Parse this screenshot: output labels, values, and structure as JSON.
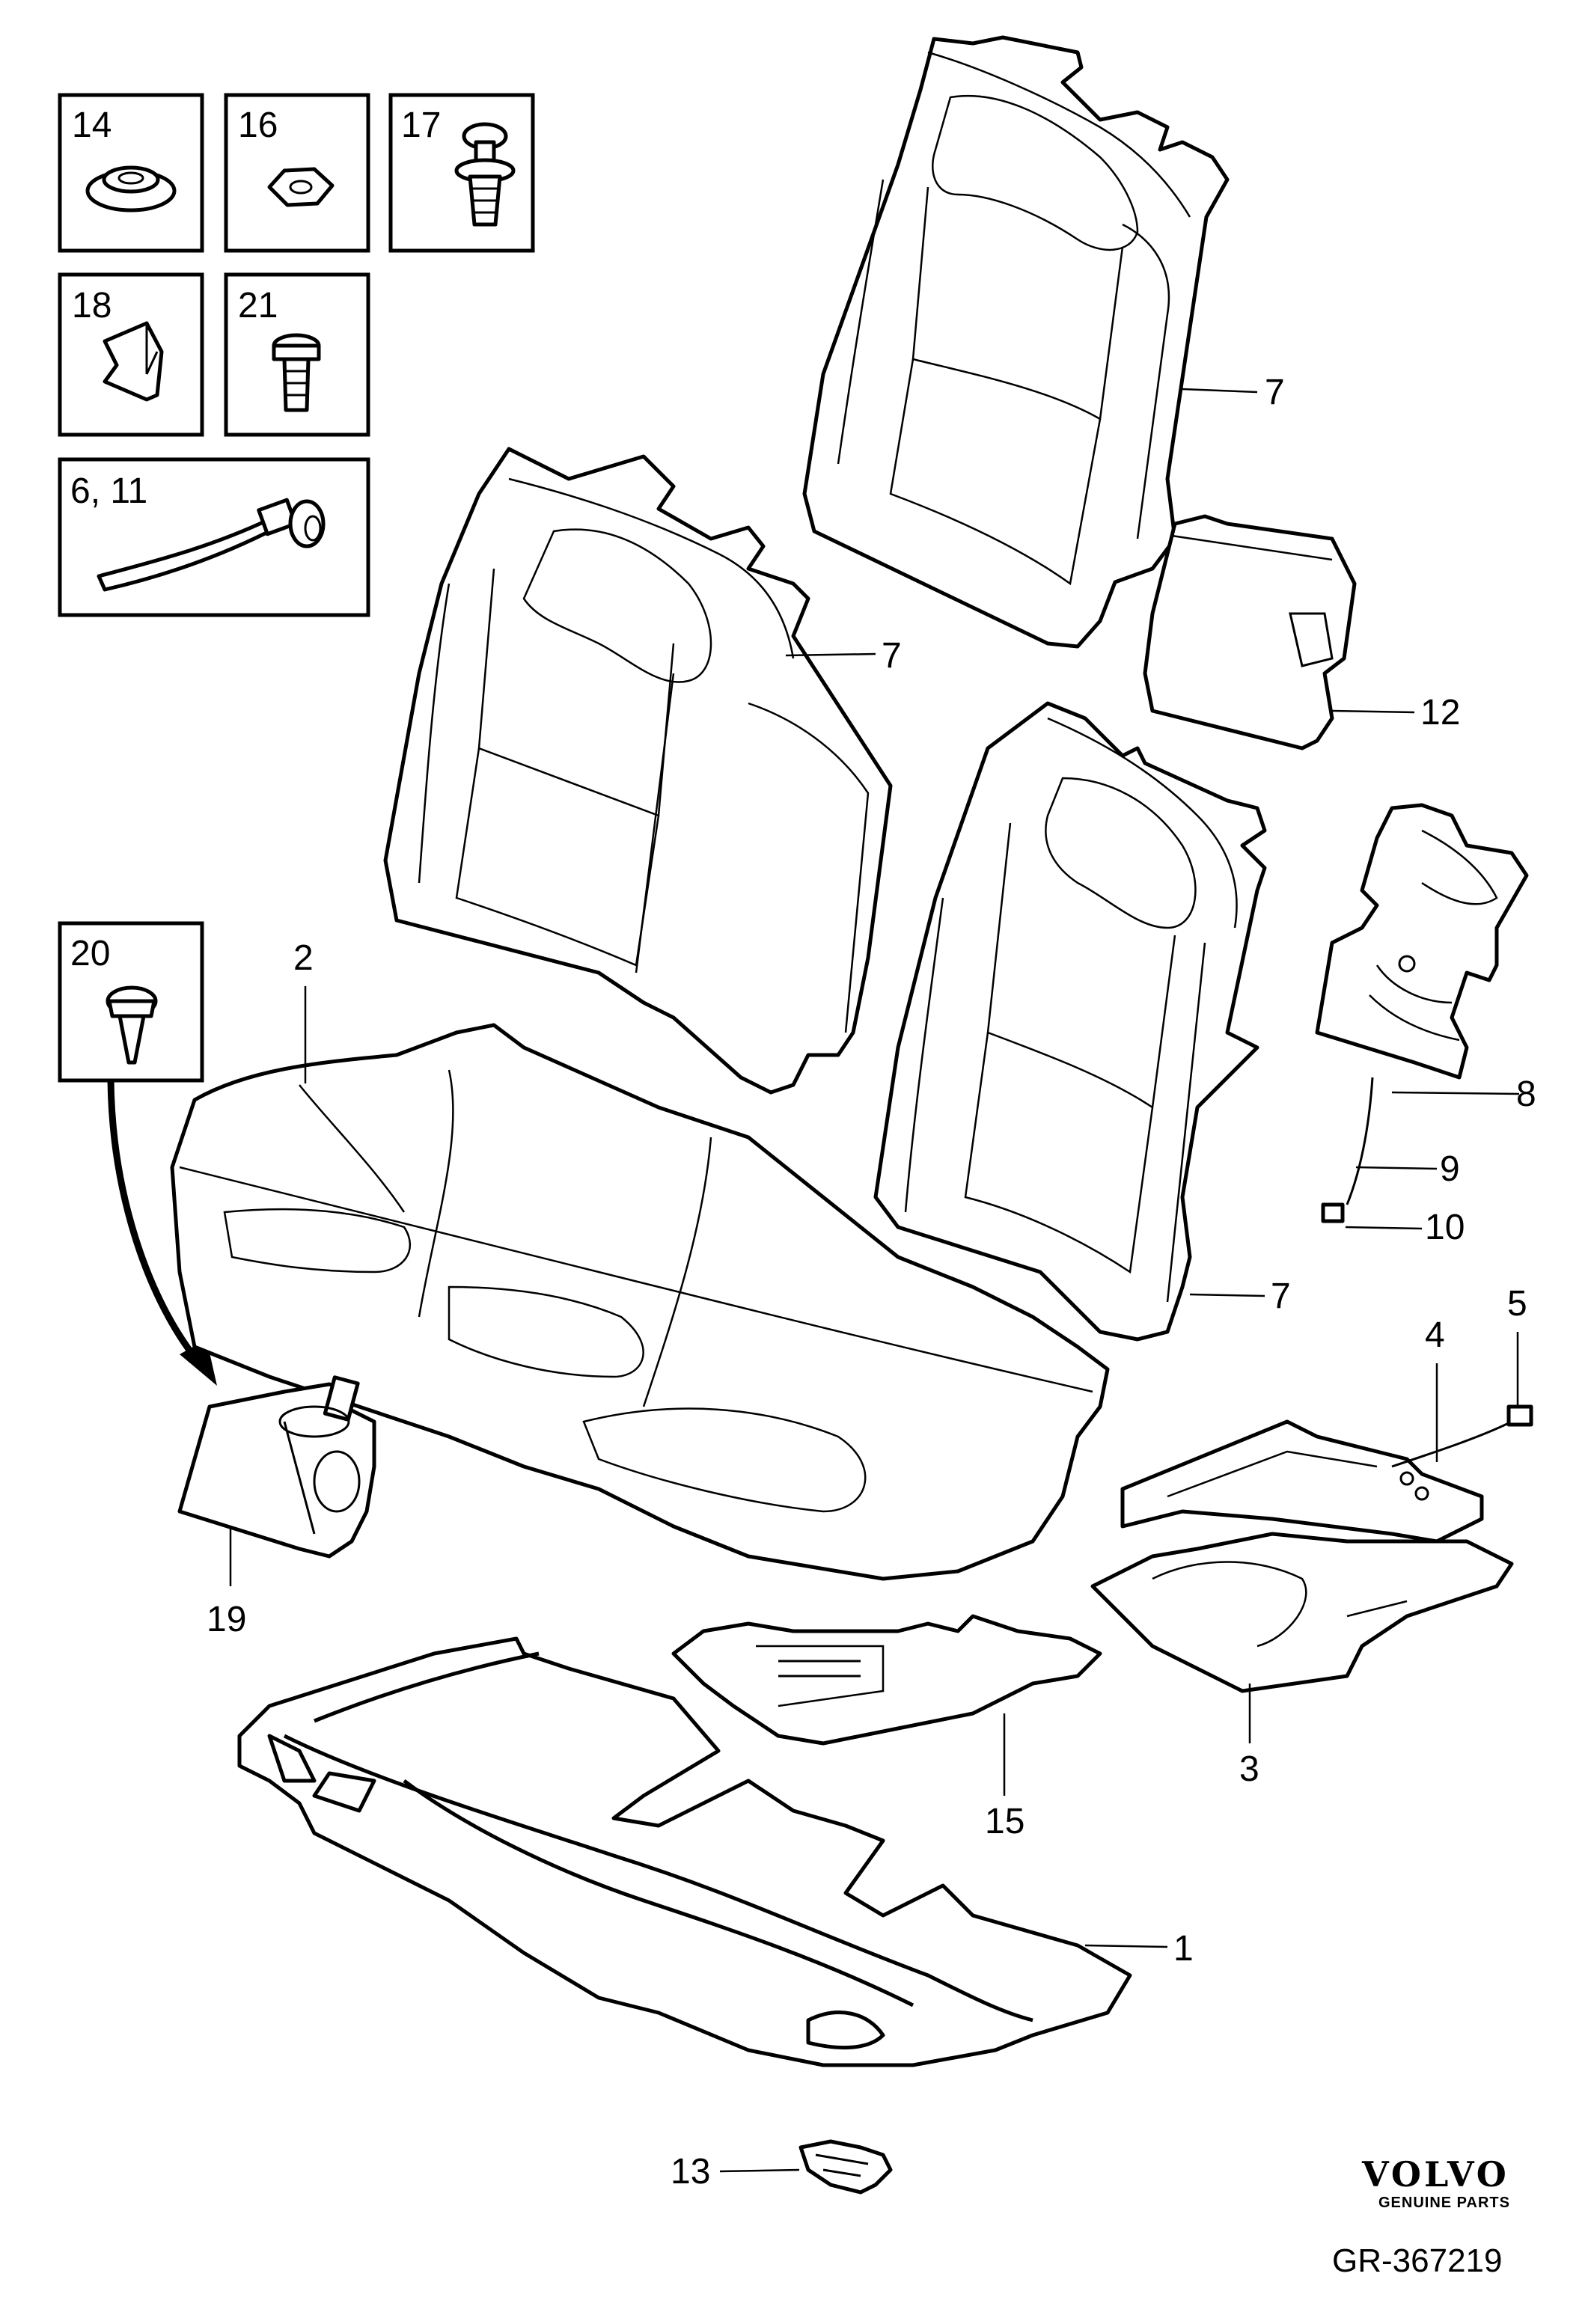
{
  "inset_boxes": [
    {
      "id": "box-14",
      "label": "14"
    },
    {
      "id": "box-16",
      "label": "16"
    },
    {
      "id": "box-17",
      "label": "17"
    },
    {
      "id": "box-18",
      "label": "18"
    },
    {
      "id": "box-21",
      "label": "21"
    },
    {
      "id": "box-6-11",
      "label": "6, 11"
    },
    {
      "id": "box-20",
      "label": "20"
    }
  ],
  "callouts": {
    "c1": "1",
    "c2": "2",
    "c3": "3",
    "c4": "4",
    "c5": "5",
    "c7a": "7",
    "c7b": "7",
    "c7c": "7",
    "c8": "8",
    "c9": "9",
    "c10": "10",
    "c12": "12",
    "c13": "13",
    "c15": "15",
    "c19": "19"
  },
  "brand": {
    "name": "VOLVO",
    "tagline": "GENUINE PARTS"
  },
  "reference": "GR-367219"
}
